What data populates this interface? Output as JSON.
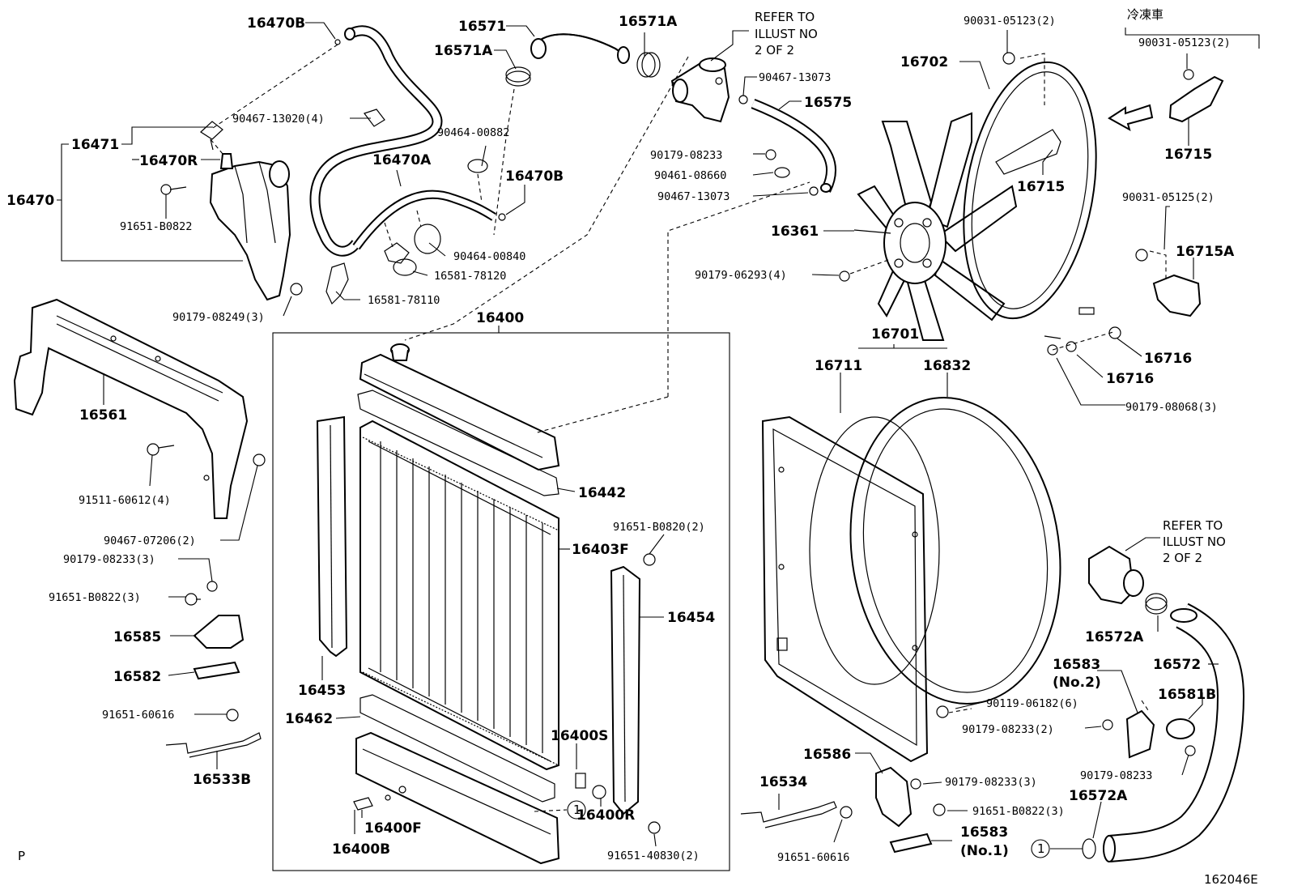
{
  "labels": {
    "p16470B_top": "16470B",
    "p16571": "16571",
    "p16571A_a": "16571A",
    "p16571A_b": "16571A",
    "refer_top": [
      "REFER TO",
      "ILLUST NO",
      "2 OF 2"
    ],
    "p90467_13073_a": "90467-13073",
    "p16575": "16575",
    "p90467_13020": "90467-13020(4)",
    "p16471": "16471",
    "p16470R": "16470R",
    "p16470": "16470",
    "p91651_B0822": "91651-B0822",
    "p90464_00882": "90464-00882",
    "p16470A": "16470A",
    "p16470B_mid": "16470B",
    "p90464_00840": "90464-00840",
    "p16581_78120": "16581-78120",
    "p16581_78110": "16581-78110",
    "p90179_08249": "90179-08249(3)",
    "p16400": "16400",
    "p16561": "16561",
    "p91511_60612": "91511-60612(4)",
    "p90467_07206": "90467-07206(2)",
    "p90179_08233_3a": "90179-08233(3)",
    "p91651_B0822_3": "91651-B0822(3)",
    "p16585": "16585",
    "p16582": "16582",
    "p91651_60616_a": "91651-60616",
    "p16533B": "16533B",
    "p16442": "16442",
    "p16403F": "16403F",
    "p91651_B0820": "91651-B0820(2)",
    "p16454": "16454",
    "p16453": "16453",
    "p16462": "16462",
    "p16400S": "16400S",
    "p16400F": "16400F",
    "p16400R": "16400R",
    "p16400B": "16400B",
    "p91651_40830": "91651-40830(2)",
    "p90179_08233_b": "90179-08233",
    "p90461_08660": "90461-08660",
    "p90467_13073_b": "90467-13073",
    "p16361": "16361",
    "p90179_06293": "90179-06293(4)",
    "p16702": "16702",
    "p90031_05123_a": "90031-05123(2)",
    "p16715_a": "16715",
    "reito": "冷凍車",
    "p90031_05123_b": "90031-05123(2)",
    "p16715_b": "16715",
    "p90031_05125": "90031-05125(2)",
    "p16715A": "16715A",
    "p16716_a": "16716",
    "p16716_b": "16716",
    "p90179_08068": "90179-08068(3)",
    "p16701": "16701",
    "p16711": "16711",
    "p16832": "16832",
    "refer_bottom": [
      "REFER TO",
      "ILLUST NO",
      "2 OF 2"
    ],
    "p16572A_a": "16572A",
    "p16572": "16572",
    "p16583_no2": [
      "16583",
      "(No.2)"
    ],
    "p16581B": "16581B",
    "p90119_06182": "90119-06182(6)",
    "p90179_08233_2": "90179-08233(2)",
    "p90179_08233_c": "90179-08233",
    "p16572A_b": "16572A",
    "p16586": "16586",
    "p90179_08233_3b": "90179-08233(3)",
    "p16534": "16534",
    "p91651_B0822_3b": "91651-B0822(3)",
    "p16583_no1": [
      "16583",
      "(No.1)"
    ],
    "p91651_60616_b": "91651-60616",
    "circle_ref": "1",
    "corner_p": "P",
    "diagram_id": "162046E"
  }
}
